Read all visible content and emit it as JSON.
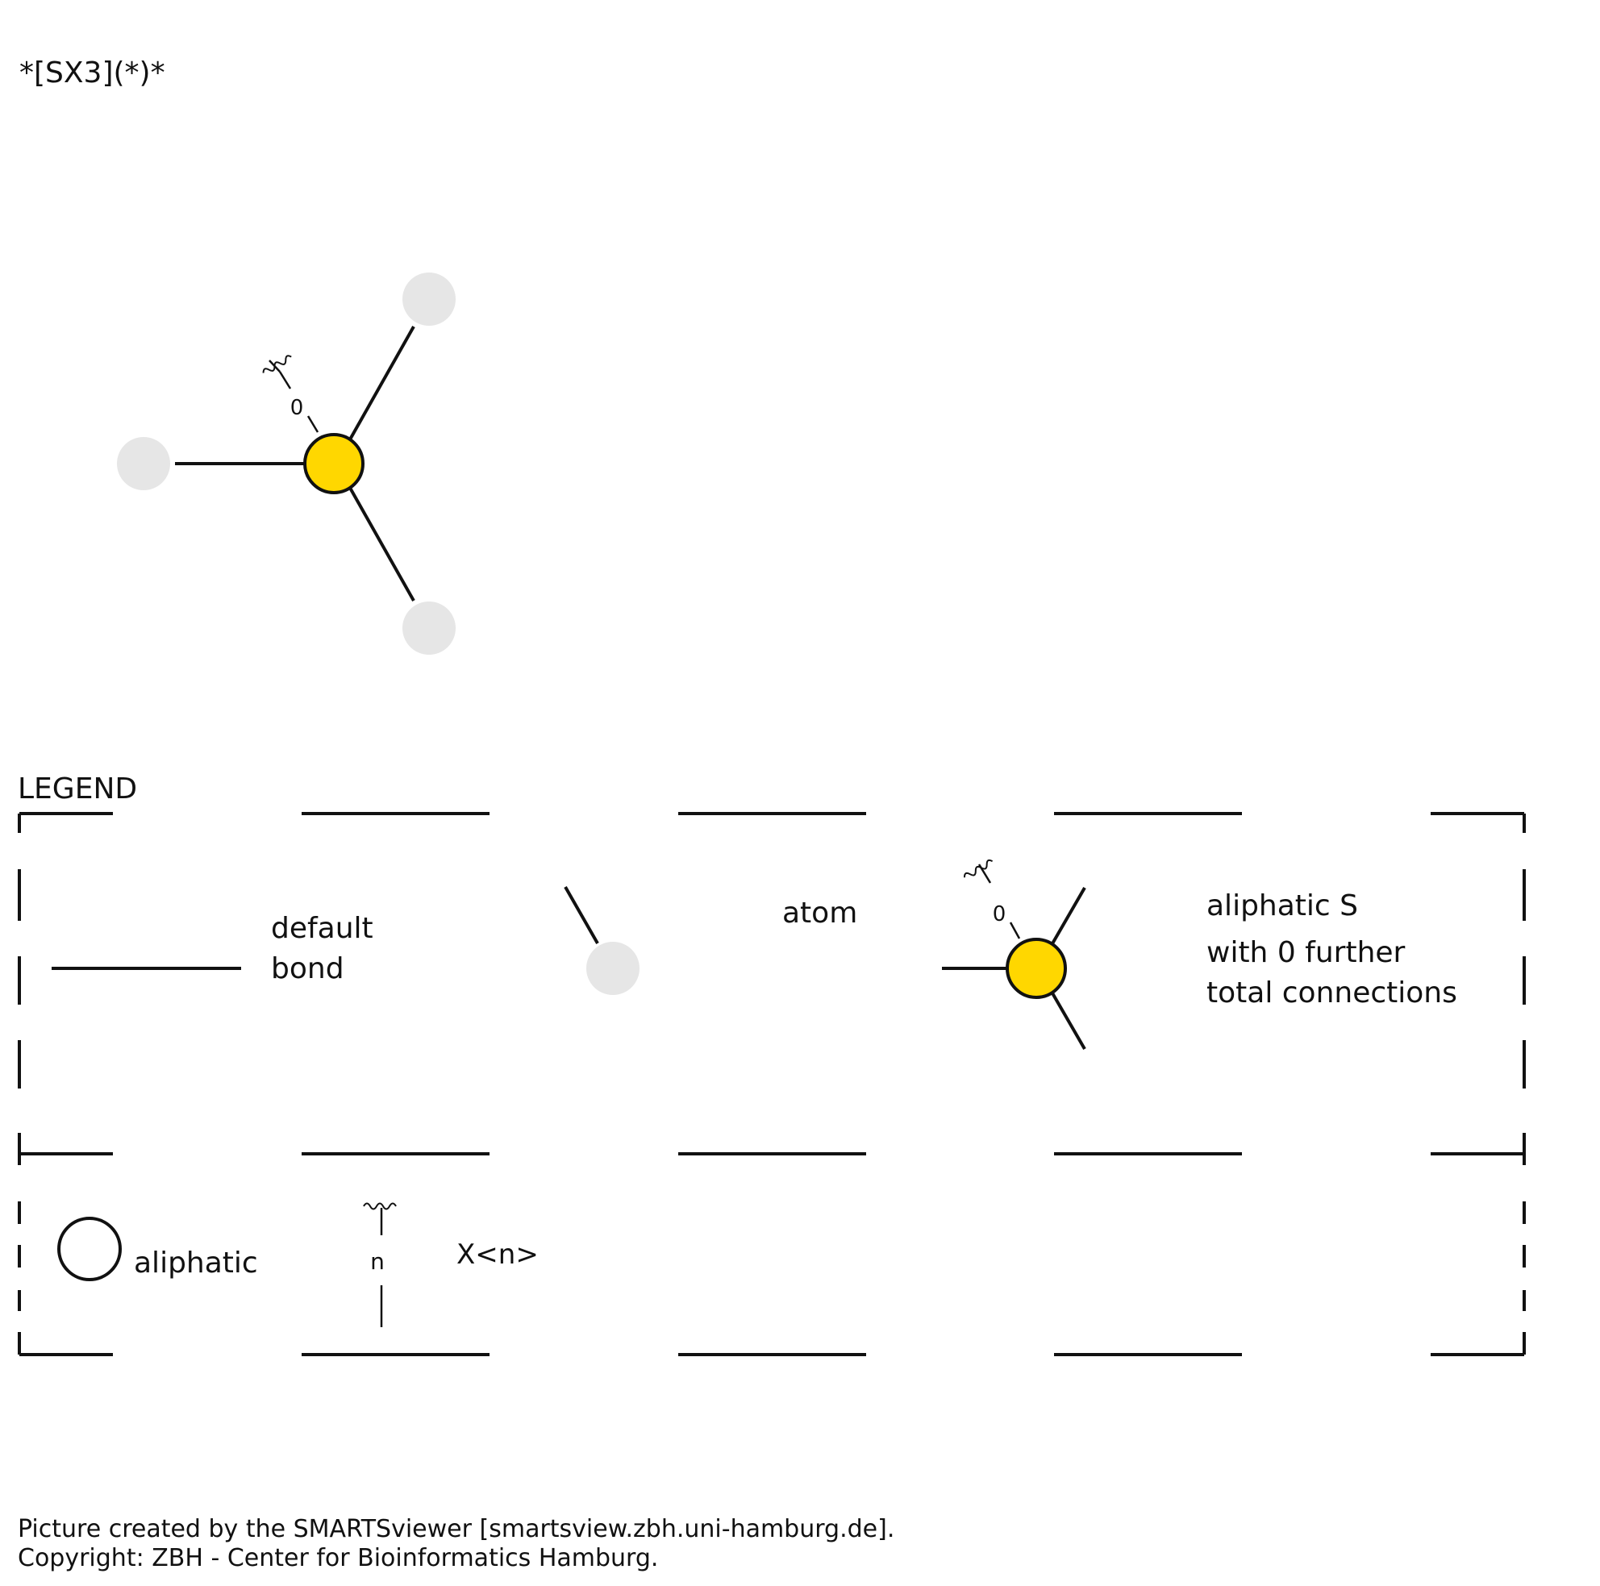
{
  "smarts": "*[SX3](*)*",
  "molecule": {
    "center_atom_label": "0"
  },
  "legend": {
    "title": "LEGEND",
    "default_bond_line1": "default",
    "default_bond_line2": "bond",
    "atom": "atom",
    "aliphatic_s_line1": "aliphatic S",
    "aliphatic_s_line2": "with 0 further",
    "aliphatic_s_line3": "total connections",
    "aliphatic_s_count": "0",
    "aliphatic": "aliphatic",
    "connection_symbol": "n",
    "connection_label": "X<n>"
  },
  "footer": {
    "line1": "Picture created by the SMARTSviewer [smartsview.zbh.uni-hamburg.de].",
    "line2": "Copyright: ZBH - Center for Bioinformatics Hamburg."
  },
  "colors": {
    "sulfur_fill": "#FFD700",
    "wildcard_atom": "#E6E6E6",
    "stroke": "#111111"
  }
}
